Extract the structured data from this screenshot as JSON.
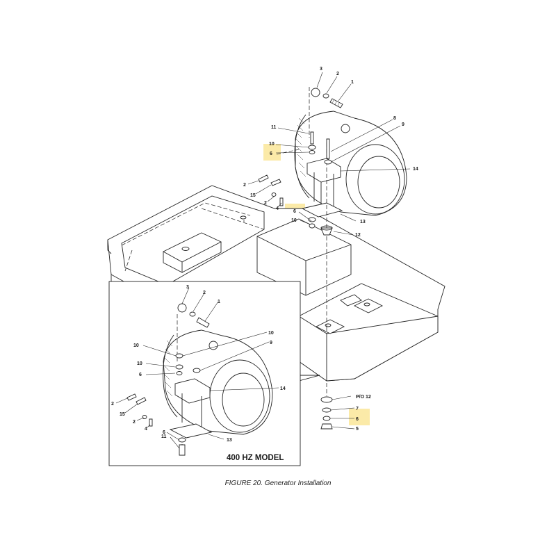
{
  "figure": {
    "caption": "FIGURE 20.  Generator Installation",
    "inset_title": "400 HZ MODEL"
  },
  "highlight_color": "#fbeaa8",
  "main_callouts": [
    "3",
    "2",
    "1",
    "8",
    "9",
    "11",
    "10",
    "6",
    "14",
    "2",
    "15",
    "2",
    "4",
    "6",
    "10",
    "13",
    "12"
  ],
  "inset_callouts": [
    "3",
    "2",
    "1",
    "10",
    "9",
    "10",
    "10",
    "6",
    "14",
    "2",
    "15",
    "2",
    "4",
    "6",
    "11",
    "13"
  ],
  "stack_callouts": [
    "P/O 12",
    "7",
    "6",
    "5"
  ]
}
